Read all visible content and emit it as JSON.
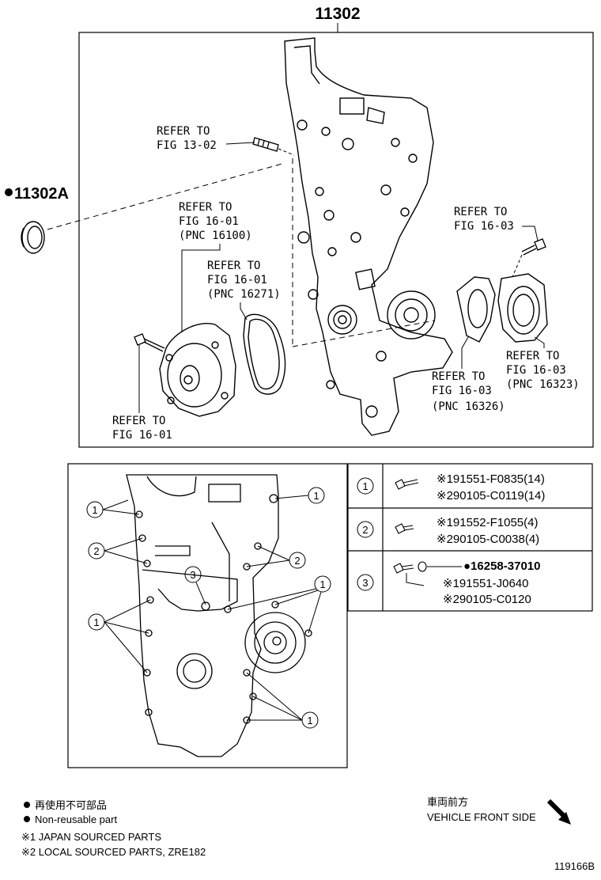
{
  "main_part": "11302",
  "side_part": "11302A",
  "refs": {
    "r1": [
      "REFER TO",
      "FIG 13-02"
    ],
    "r2": [
      "REFER TO",
      "FIG 16-01",
      "(PNC 16100)"
    ],
    "r3": [
      "REFER TO",
      "FIG 16-01",
      "(PNC 16271)"
    ],
    "r4": [
      "REFER TO",
      "FIG 16-03"
    ],
    "r5": [
      "REFER TO",
      "FIG 16-03",
      "(PNC 16323)"
    ],
    "r6": [
      "REFER TO",
      "FIG 16-03",
      "(PNC 16326)"
    ],
    "r7": [
      "REFER TO",
      "FIG 16-01"
    ]
  },
  "callouts": {
    "c1": "1",
    "c2": "2",
    "c3": "3"
  },
  "table": [
    {
      "key": "1",
      "lines": [
        "※191551-F0835(14)",
        "※290105-C0119(14)"
      ]
    },
    {
      "key": "2",
      "lines": [
        "※191552-F1055(4)",
        "※290105-C0038(4)"
      ]
    },
    {
      "key": "3",
      "lines": [
        "●16258-37010",
        "※191551-J0640",
        "※290105-C0120"
      ]
    }
  ],
  "legend": {
    "jp": "再使用不可部品",
    "en": "Non-reusable part",
    "note1": "※1 JAPAN SOURCED PARTS",
    "note2": "※2 LOCAL SOURCED PARTS, ZRE182"
  },
  "direction": {
    "jp": "車両前方",
    "en": "VEHICLE FRONT SIDE"
  },
  "figure_id": "119166B"
}
